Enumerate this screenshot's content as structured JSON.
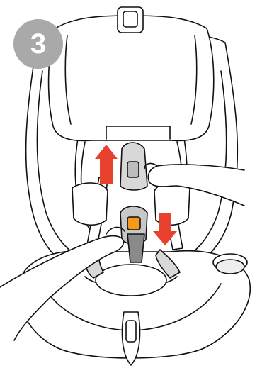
{
  "step": {
    "number": "3"
  },
  "colors": {
    "badge": "#a9a9a9",
    "arrow": "#e8412d",
    "buckle_orange": "#f39a1c",
    "strap_gray": "#8a8a8a",
    "buckle_gray": "#c8c8c8",
    "outline": "#111111"
  },
  "arrows": [
    {
      "name": "up-arrow",
      "direction": "up"
    },
    {
      "name": "down-arrow",
      "direction": "down"
    }
  ]
}
